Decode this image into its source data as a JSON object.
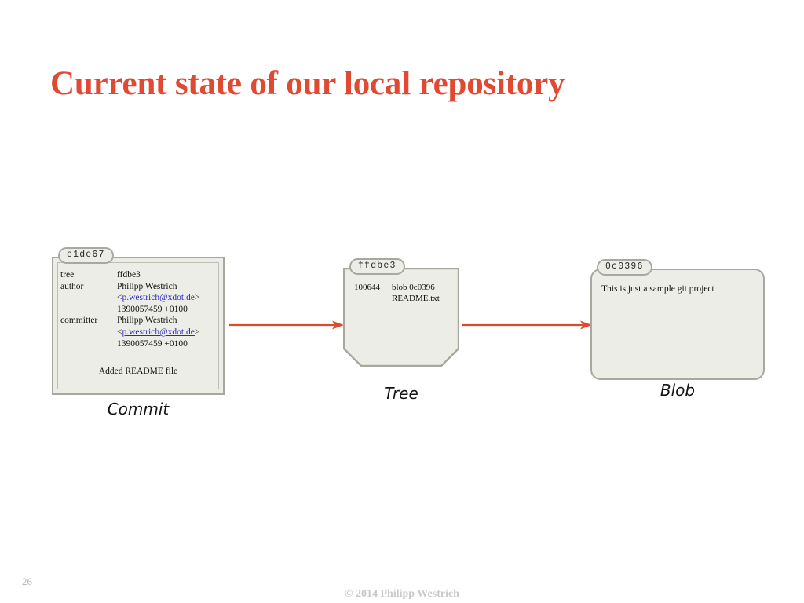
{
  "slide": {
    "title": "Current state of our local repository",
    "title_color": "#E04A32",
    "page_number": "26",
    "copyright": "© 2014 Philipp Westrich"
  },
  "diagram": {
    "commit": {
      "hash": "e1de67",
      "caption": "Commit",
      "rows": [
        {
          "key": "tree",
          "value": "ffdbe3"
        },
        {
          "key": "author",
          "value": "Philipp Westrich"
        }
      ],
      "author_email_open": "<",
      "author_email": "p.westrich@xdot.de",
      "author_email_close": ">",
      "author_timestamp": "1390057459 +0100",
      "committer_key": "committer",
      "committer_name": "Philipp Westrich",
      "committer_email_open": "<",
      "committer_email": "p.westrich@xdot.de",
      "committer_email_close": ">",
      "committer_timestamp": "1390057459 +0100",
      "message": "Added README file"
    },
    "tree": {
      "hash": "ffdbe3",
      "caption": "Tree",
      "mode": "100644",
      "entry_type_and_hash": "blob 0c0396",
      "entry_name": "README.txt"
    },
    "blob": {
      "hash": "0c0396",
      "caption": "Blob",
      "content": "This is just a sample git project"
    },
    "arrows": [
      {
        "name": "commit-to-tree",
        "color": "#DB4B2E"
      },
      {
        "name": "tree-to-blob",
        "color": "#DB4B2E"
      }
    ],
    "node_fill": "#EDEDE7",
    "node_border": "#A8A8A0",
    "link_color": "#2a2ac0"
  }
}
